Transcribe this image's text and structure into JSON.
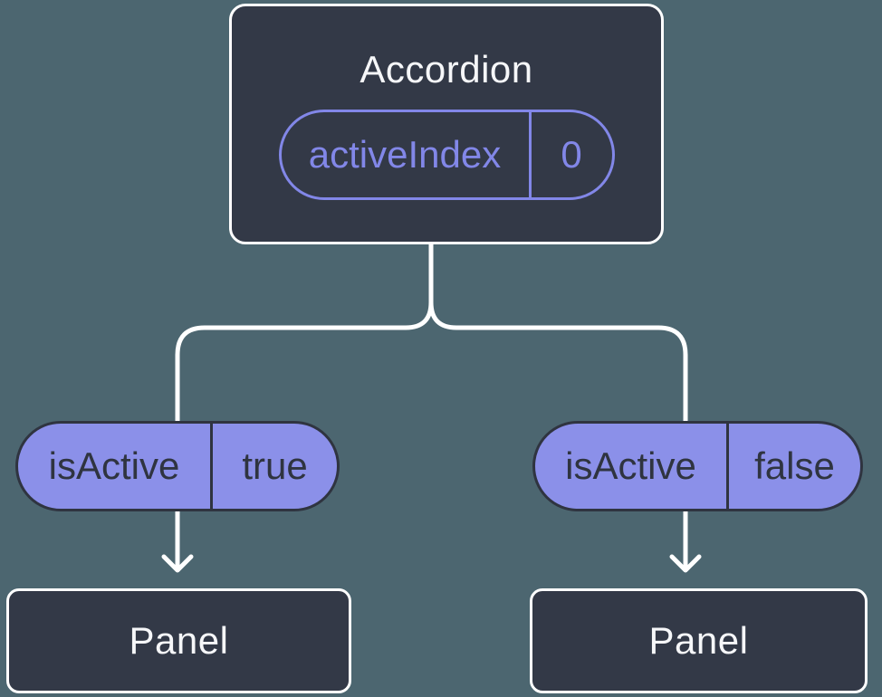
{
  "colors": {
    "background": "#4C6670",
    "node_fill": "#333947",
    "node_border": "#FFFFFF",
    "title_text": "#F6F7F9",
    "pill_fill": "#8B90E9",
    "pill_border": "#2F3440",
    "accent_purple": "#8287E8",
    "connector": "#FFFFFF"
  },
  "tree": {
    "root": {
      "label": "Accordion",
      "state": {
        "key": "activeIndex",
        "value": "0"
      }
    },
    "children": [
      {
        "prop": {
          "key": "isActive",
          "value": "true"
        },
        "node": {
          "label": "Panel"
        }
      },
      {
        "prop": {
          "key": "isActive",
          "value": "false"
        },
        "node": {
          "label": "Panel"
        }
      }
    ]
  }
}
